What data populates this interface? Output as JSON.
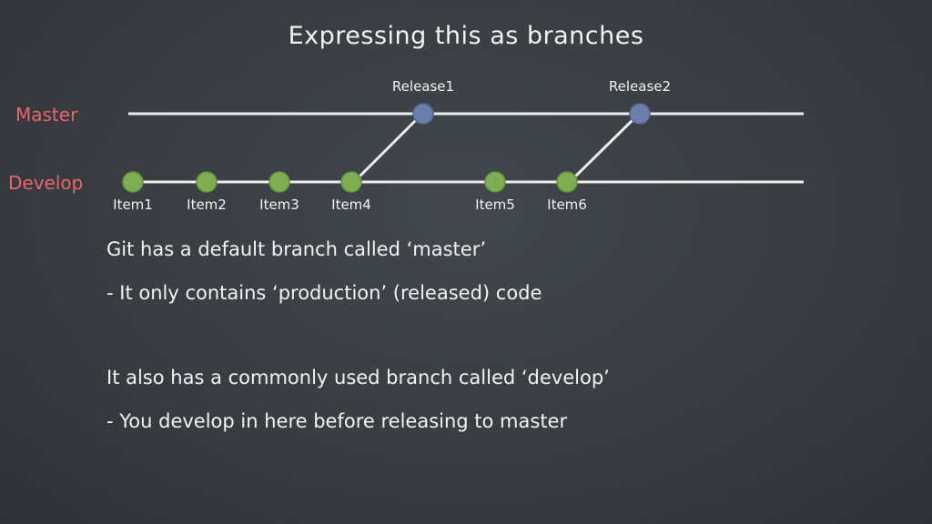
{
  "slide": {
    "title": "Expressing this as branches"
  },
  "diagram": {
    "branches": {
      "master": "Master",
      "develop": "Develop"
    },
    "master_nodes": [
      {
        "label": "Release1",
        "from": "Item4"
      },
      {
        "label": "Release2",
        "from": "Item6"
      }
    ],
    "develop_nodes": [
      "Item1",
      "Item2",
      "Item3",
      "Item4",
      "Item5",
      "Item6"
    ],
    "colors": {
      "master_node": "#6b7fae",
      "develop_node": "#7fae52",
      "branch_label": "#e8666a",
      "line": "#ededed"
    }
  },
  "content": {
    "line1": "Git has a default branch called ‘master’",
    "line2": "- It only contains ‘production’ (released) code",
    "line3": "It also has a commonly used branch called ‘develop’",
    "line4": "- You develop in here before releasing to master"
  }
}
